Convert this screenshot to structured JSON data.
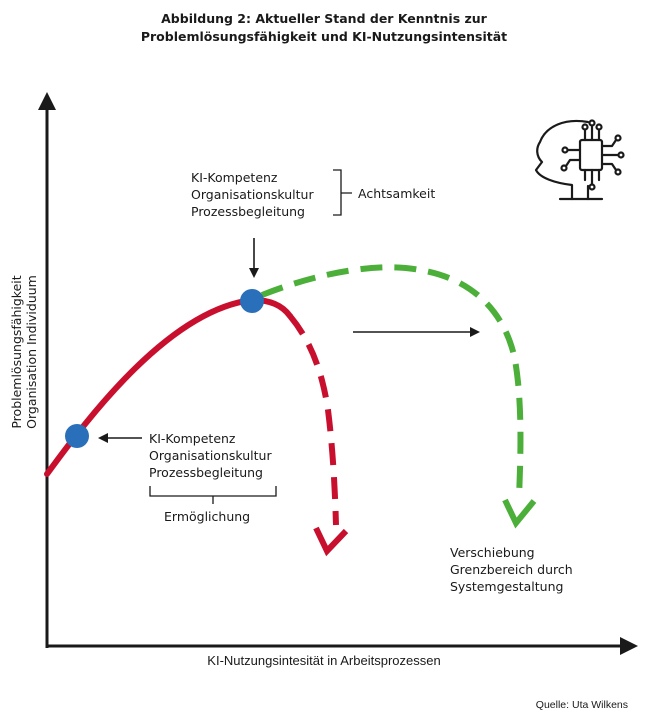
{
  "title": {
    "line1": "Abbildung 2: Aktueller Stand der Kenntnis zur",
    "line2": "Problemlösungsfähigkeit und KI-Nutzungsintensität"
  },
  "axes": {
    "y_label_line1": "Problemlösungsfähigkeit",
    "y_label_line2": "Organisation Individuum",
    "x_label": "KI-Nutzungsintesität in Arbeitsprozessen"
  },
  "upper_group": {
    "items": [
      "KI-Kompetenz",
      "Organisationskultur",
      "Prozessbegleitung"
    ],
    "bracket_label": "Achtsamkeit"
  },
  "lower_group": {
    "items": [
      "KI-Kompetenz",
      "Organisationskultur",
      "Prozessbegleitung"
    ],
    "bracket_label": "Ermöglichung"
  },
  "shift_label": {
    "line1": "Verschiebung",
    "line2": "Grenzbereich durch",
    "line3": "Systemgestaltung"
  },
  "source": "Quelle: Uta Wilkens",
  "colors": {
    "red_curve": "#c8102e",
    "green_curve": "#4caf3a",
    "points": "#2a6fba",
    "ink": "#1a1a1a"
  },
  "icons": [
    "ai-head-circuit-icon"
  ]
}
